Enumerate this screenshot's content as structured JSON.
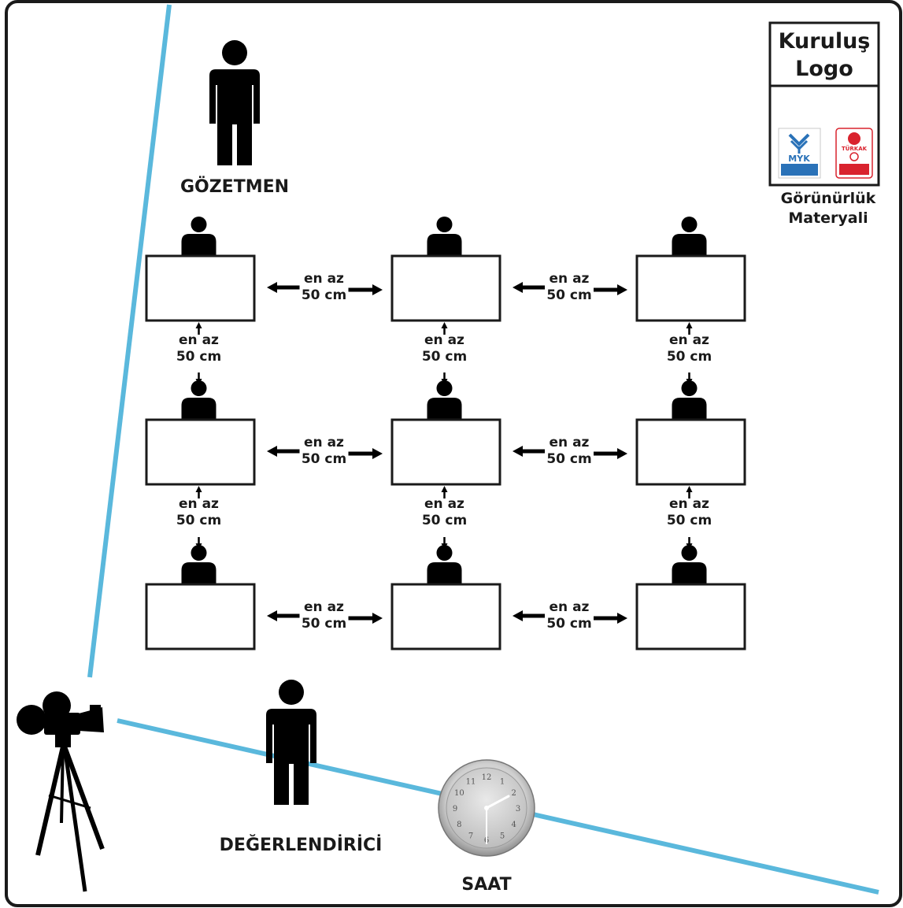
{
  "labels": {
    "supervisor": "GÖZETMEN",
    "assessor": "DEĞERLENDİRİCİ",
    "clock": "SAAT",
    "gap_line1": "en az",
    "gap_line2": "50 cm",
    "logo_line1": "Kuruluş",
    "logo_line2": "Logo",
    "visibility_line1": "Görünürlük",
    "visibility_line2": "Materyali",
    "myk_badge": "MYK",
    "turkak_badge": "TÜRKAK"
  },
  "grid": {
    "rows": 3,
    "columns": 3
  },
  "colors": {
    "sightline": "#5ab8dc",
    "ink": "#000000",
    "frame": "#1a1a1a",
    "myk_blue": "#2a72b8",
    "turkak_red": "#d9232e"
  },
  "icons": [
    "person-icon",
    "camera-on-tripod-icon",
    "wall-clock-icon",
    "myk-badge-icon",
    "turkak-badge-icon"
  ],
  "clock": {
    "numerals": [
      "12",
      "1",
      "2",
      "3",
      "4",
      "5",
      "6",
      "7",
      "8",
      "9",
      "10",
      "11"
    ]
  }
}
